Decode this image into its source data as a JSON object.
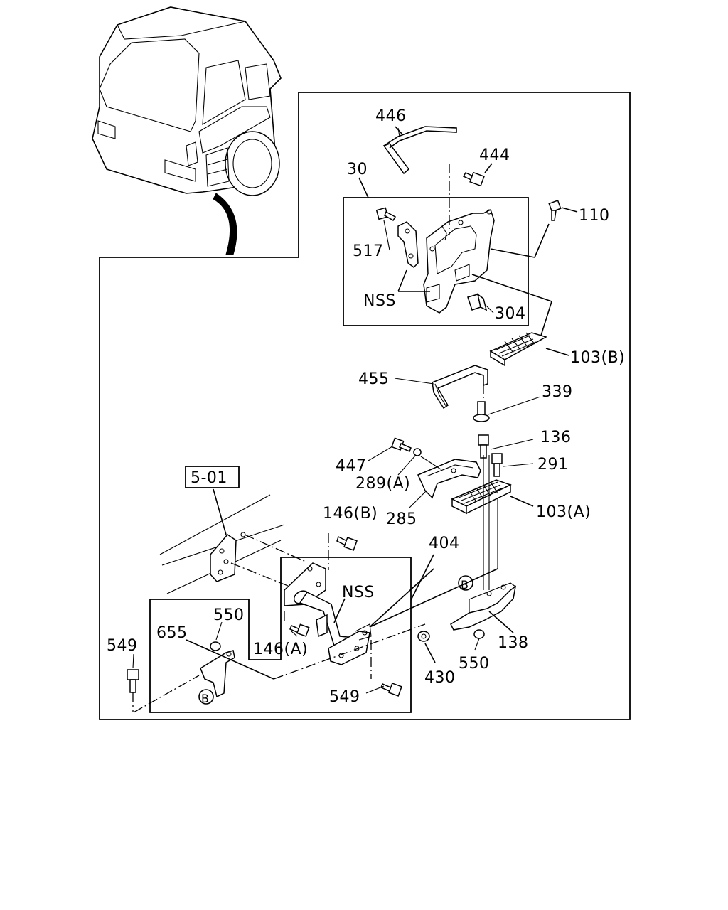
{
  "labels": {
    "l446": "446",
    "l444": "444",
    "l30": "30",
    "l110": "110",
    "l517": "517",
    "lNSS_top": "NSS",
    "l304": "304",
    "l103B": "103(B)",
    "l455": "455",
    "l339": "339",
    "l136": "136",
    "l291": "291",
    "l447": "447",
    "l289A": "289(A)",
    "l103A": "103(A)",
    "l285": "285",
    "l501": "5-01",
    "l146B": "146(B)",
    "l404": "404",
    "lNSS_mid": "NSS",
    "l550_left": "550",
    "l655": "655",
    "l549_left": "549",
    "l146A": "146(A)",
    "l549_bottom": "549",
    "l430": "430",
    "l550_right": "550",
    "l138": "138",
    "lB_top": "B",
    "lB_bottom": "B"
  }
}
